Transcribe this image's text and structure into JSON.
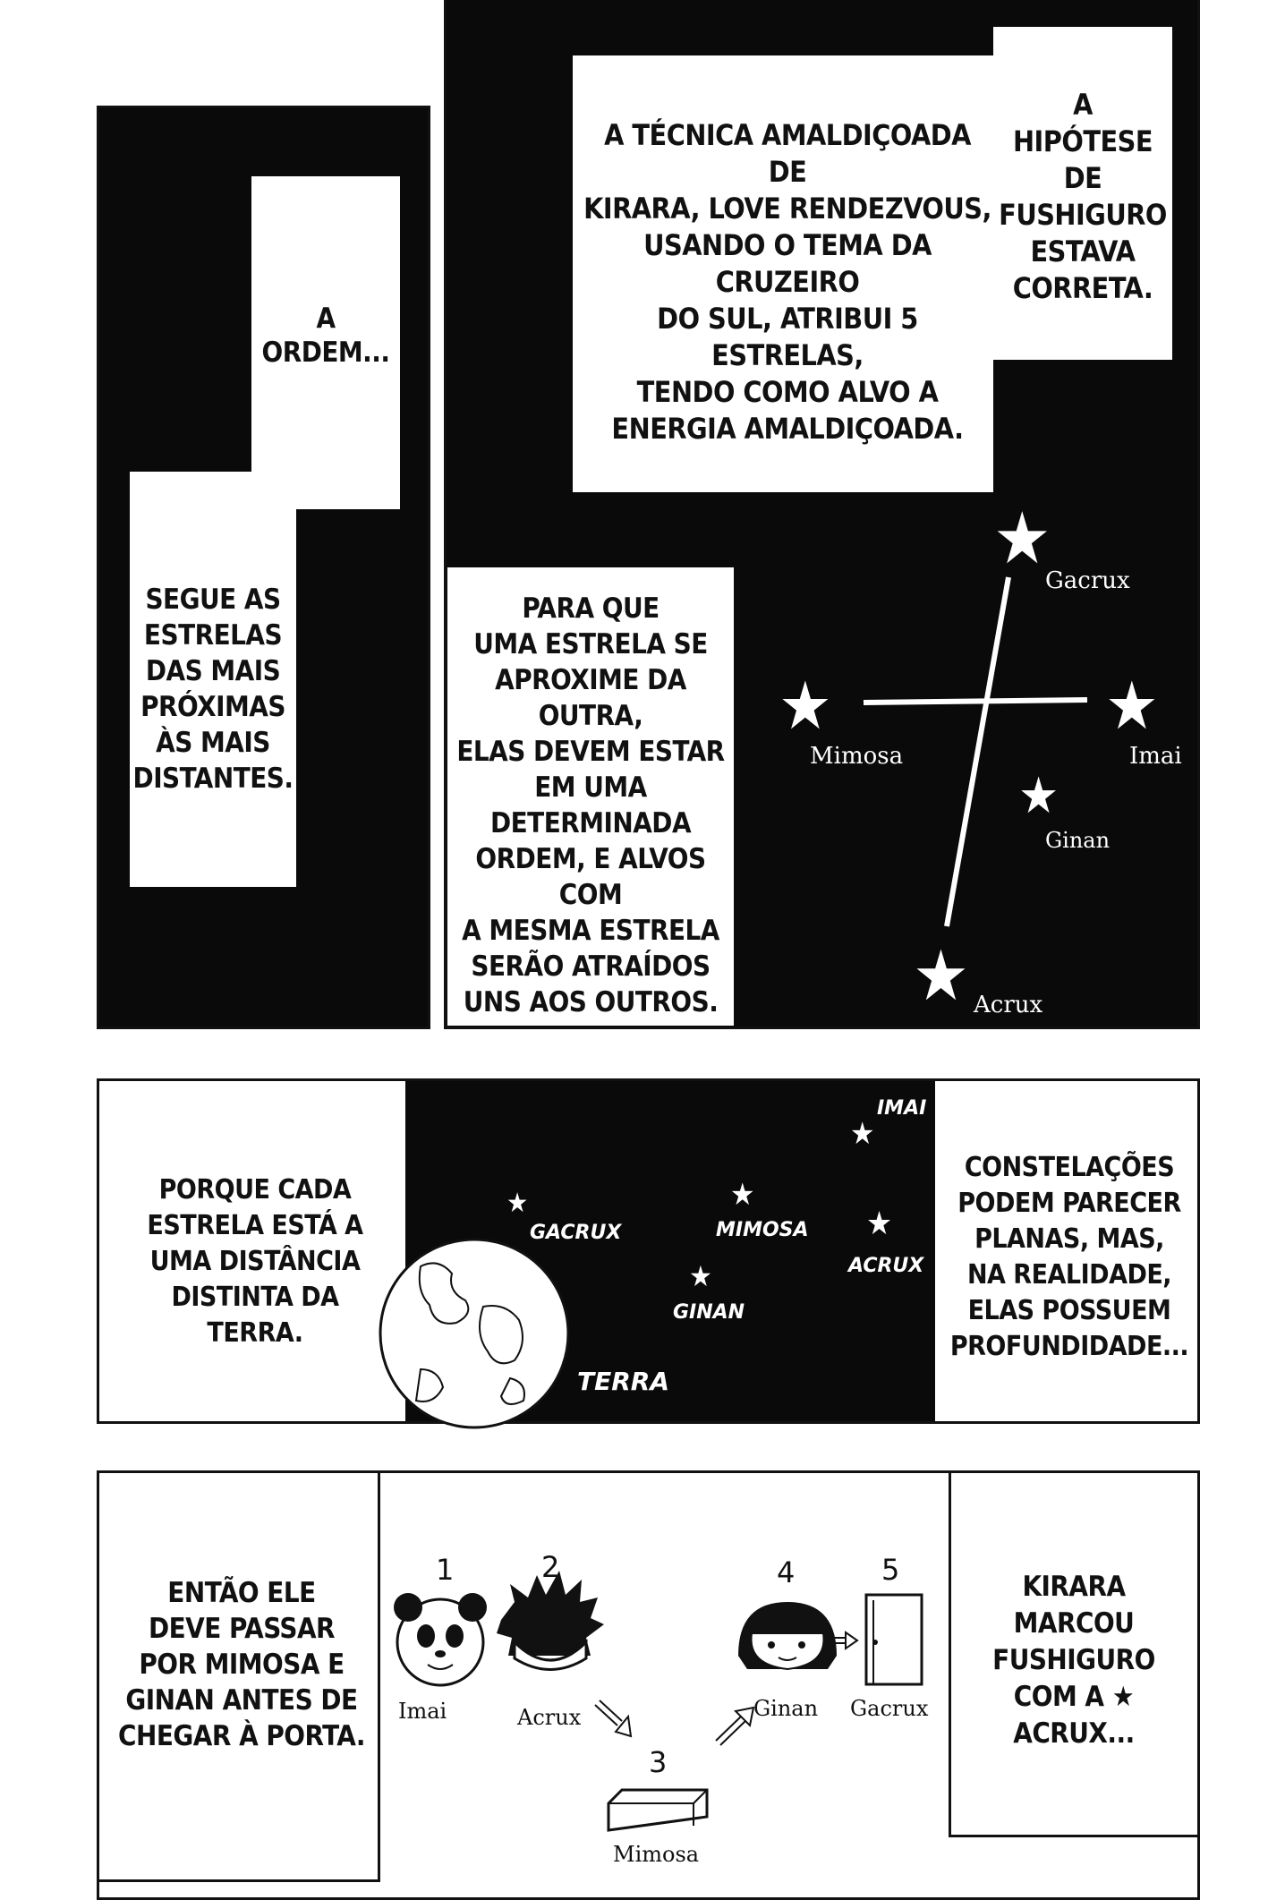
{
  "captions": {
    "a_ordem": "A\nORDEM...",
    "segue": "SEGUE AS\nESTRELAS\nDAS MAIS\nPRÓXIMAS\nÀS MAIS\nDISTANTES.",
    "tecnica": "A TÉCNICA AMALDIÇOADA DE\nKIRARA, LOVE RENDEZVOUS,\nUSANDO O TEMA DA CRUZEIRO\nDO SUL, ATRIBUI 5 ESTRELAS,\nTENDO COMO ALVO A\nENERGIA AMALDIÇOADA.",
    "hipotese": "A\nHIPÓTESE DE\nFUSHIGURO\nESTAVA\nCORRETA.",
    "para_que": "PARA QUE\nUMA ESTRELA SE\nAPROXIME DA OUTRA,\nELAS DEVEM ESTAR\nEM UMA DETERMINADA\nORDEM, E ALVOS COM\nA MESMA ESTRELA\nSERÃO ATRAÍDOS\nUNS AOS OUTROS.",
    "porque": "PORQUE CADA\nESTRELA ESTÁ A\nUMA DISTÂNCIA\nDISTINTA DA\nTERRA.",
    "constelacoes": "CONSTELAÇÕES\nPODEM PARECER\nPLANAS, MAS,\nNA REALIDADE,\nELAS POSSUEM\nPROFUNDIDADE...",
    "entao": "ENTÃO ELE\nDEVE PASSAR\nPOR MIMOSA E\nGINAN ANTES DE\nCHEGAR À PORTA.",
    "kirara": "KIRARA\nMARCOU\nFUSHIGURO\nCOM A ★\nACRUX..."
  },
  "cross_labels": {
    "gacrux": "Gacrux",
    "mimosa": "Mimosa",
    "imai": "Imai",
    "ginan": "Ginan",
    "acrux": "Acrux"
  },
  "space_labels": {
    "imai": "IMAI",
    "gacrux": "GACRUX",
    "mimosa": "MIMOSA",
    "acrux": "ACRUX",
    "ginan": "GINAN",
    "terra": "TERRA"
  },
  "order": {
    "n1": "1",
    "n2": "2",
    "n3": "3",
    "n4": "4",
    "n5": "5",
    "l1": "Imai",
    "l2": "Acrux",
    "l3": "Mimosa",
    "l4": "Ginan",
    "l5": "Gacrux"
  }
}
